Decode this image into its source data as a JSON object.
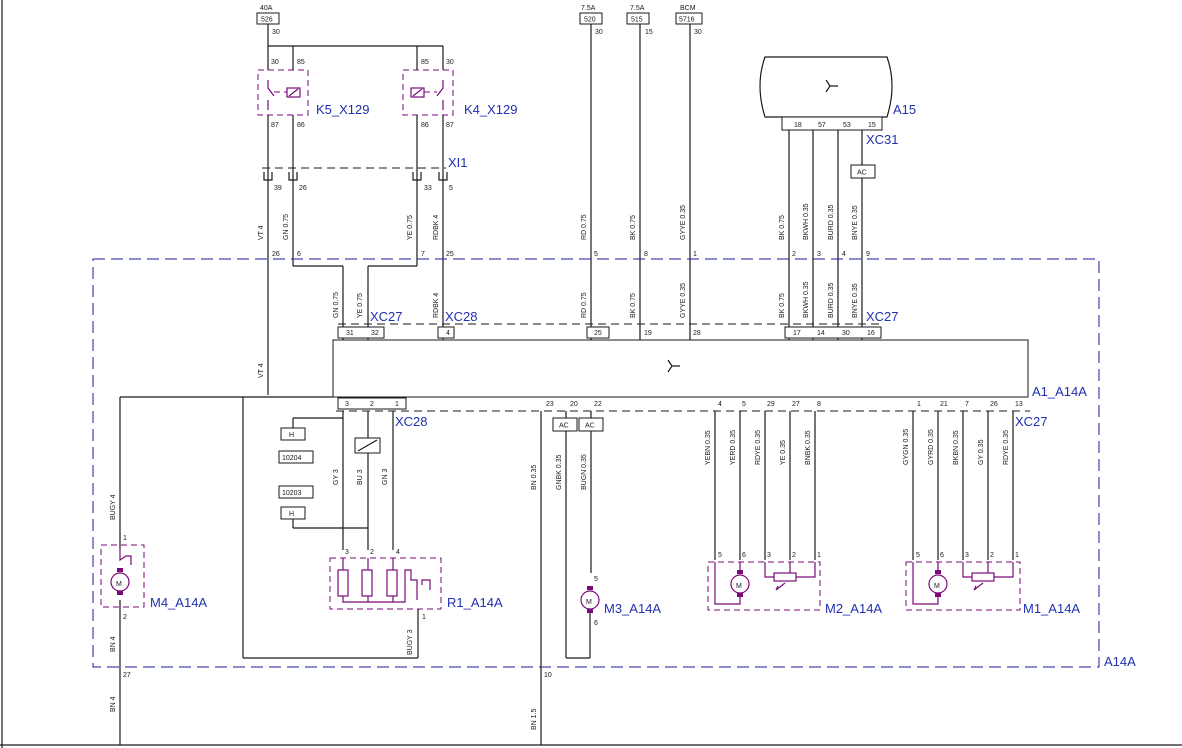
{
  "fuses": [
    {
      "rating": "40A",
      "id": "526",
      "pin": "30"
    },
    {
      "rating": "7.5A",
      "id": "520",
      "pin": "30"
    },
    {
      "rating": "7.5A",
      "id": "515",
      "pin": "15"
    },
    {
      "rating": "BCM",
      "id": "5716",
      "pin": "30"
    }
  ],
  "labels": {
    "k5": "K5_X129",
    "k4": "K4_X129",
    "xi1": "XI1",
    "a15": "A15",
    "xc31": "XC31",
    "xc27a": "XC27",
    "xc28a": "XC28",
    "xc27b": "XC27",
    "a1": "A1_A14A",
    "xc28b": "XC28",
    "xc27c": "XC27",
    "m4": "M4_A14A",
    "r1": "R1_A14A",
    "m3": "M3_A14A",
    "m2": "M2_A14A",
    "m1": "M1_A14A",
    "a14a": "A14A",
    "ac1": "AC",
    "ac2": "AC",
    "ac3": "AC",
    "motor": "M",
    "conn1": "10204",
    "conn2": "10203"
  },
  "pins": {
    "k5": [
      "30",
      "85",
      "87",
      "86"
    ],
    "k4": [
      "85",
      "30",
      "86",
      "87"
    ],
    "xi1": [
      "39",
      "26",
      "33",
      "5"
    ],
    "a14top": [
      "26",
      "6",
      "7",
      "25",
      "5",
      "8",
      "1",
      "2",
      "3",
      "4",
      "9"
    ],
    "xc31": [
      "18",
      "57",
      "53",
      "15"
    ],
    "xc27top": [
      "31",
      "32",
      "4",
      "25",
      "19",
      "28",
      "17",
      "14",
      "30",
      "16"
    ],
    "a1bot": [
      "3",
      "2",
      "1",
      "23",
      "20",
      "22",
      "4",
      "5",
      "29",
      "27",
      "8",
      "1",
      "21",
      "7",
      "26",
      "13"
    ],
    "r1": [
      "3",
      "2",
      "4",
      "1"
    ],
    "m2": [
      "5",
      "6",
      "3",
      "2",
      "1"
    ],
    "m1": [
      "5",
      "6",
      "3",
      "2",
      "1"
    ],
    "m4": [
      "1",
      "2"
    ],
    "m3": [
      "5",
      "6"
    ],
    "bottom": [
      "27",
      "10"
    ]
  },
  "wires": {
    "vt4a": "VT 4",
    "gn075a": "GN 0.75",
    "ye075a": "YE 0.75",
    "rdbk4a": "RDBK 4",
    "rd075a": "RD 0.75",
    "bk075a": "BK 0.75",
    "gyye035a": "GYYE 0.35",
    "bk075b": "BK 0.75",
    "bkwh035a": "BKWH 0.35",
    "burd035a": "BURD 0.35",
    "bnye035a": "BNYE 0.35",
    "gn075b": "GN 0.75",
    "ye075b": "YE 0.75",
    "rdbk4b": "RDBK 4",
    "rd075b": "RD 0.75",
    "bk075c": "BK 0.75",
    "gyye035b": "GYYE 0.35",
    "bk075d": "BK 0.75",
    "bkwh035b": "BKWH 0.35",
    "burd035b": "BURD 0.35",
    "bnye035b": "BNYE 0.35",
    "vt4b": "VT 4",
    "bugy4": "BUGY 4",
    "gy3": "GY 3",
    "bu3": "BU 3",
    "gn3": "GN 3",
    "bn035": "BN 0.35",
    "gnbk035": "GNBK 0.35",
    "bugn035": "BUGN 0.35",
    "yebn035": "YEBN 0.35",
    "yerd035": "YERD 0.35",
    "rdye035a": "RDYE 0.35",
    "ye035": "YE 0.35",
    "bnbk035": "BNBK 0.35",
    "gygn035": "GYGN 0.35",
    "gyrd035": "GYRD 0.35",
    "bkbn035": "BKBN 0.35",
    "gy035": "GY 0.35",
    "rdye035b": "RDYE 0.35",
    "bn4a": "BN 4",
    "bugy3": "BUGY 3",
    "bn4b": "BN 4",
    "bn15": "BN 1.5"
  }
}
